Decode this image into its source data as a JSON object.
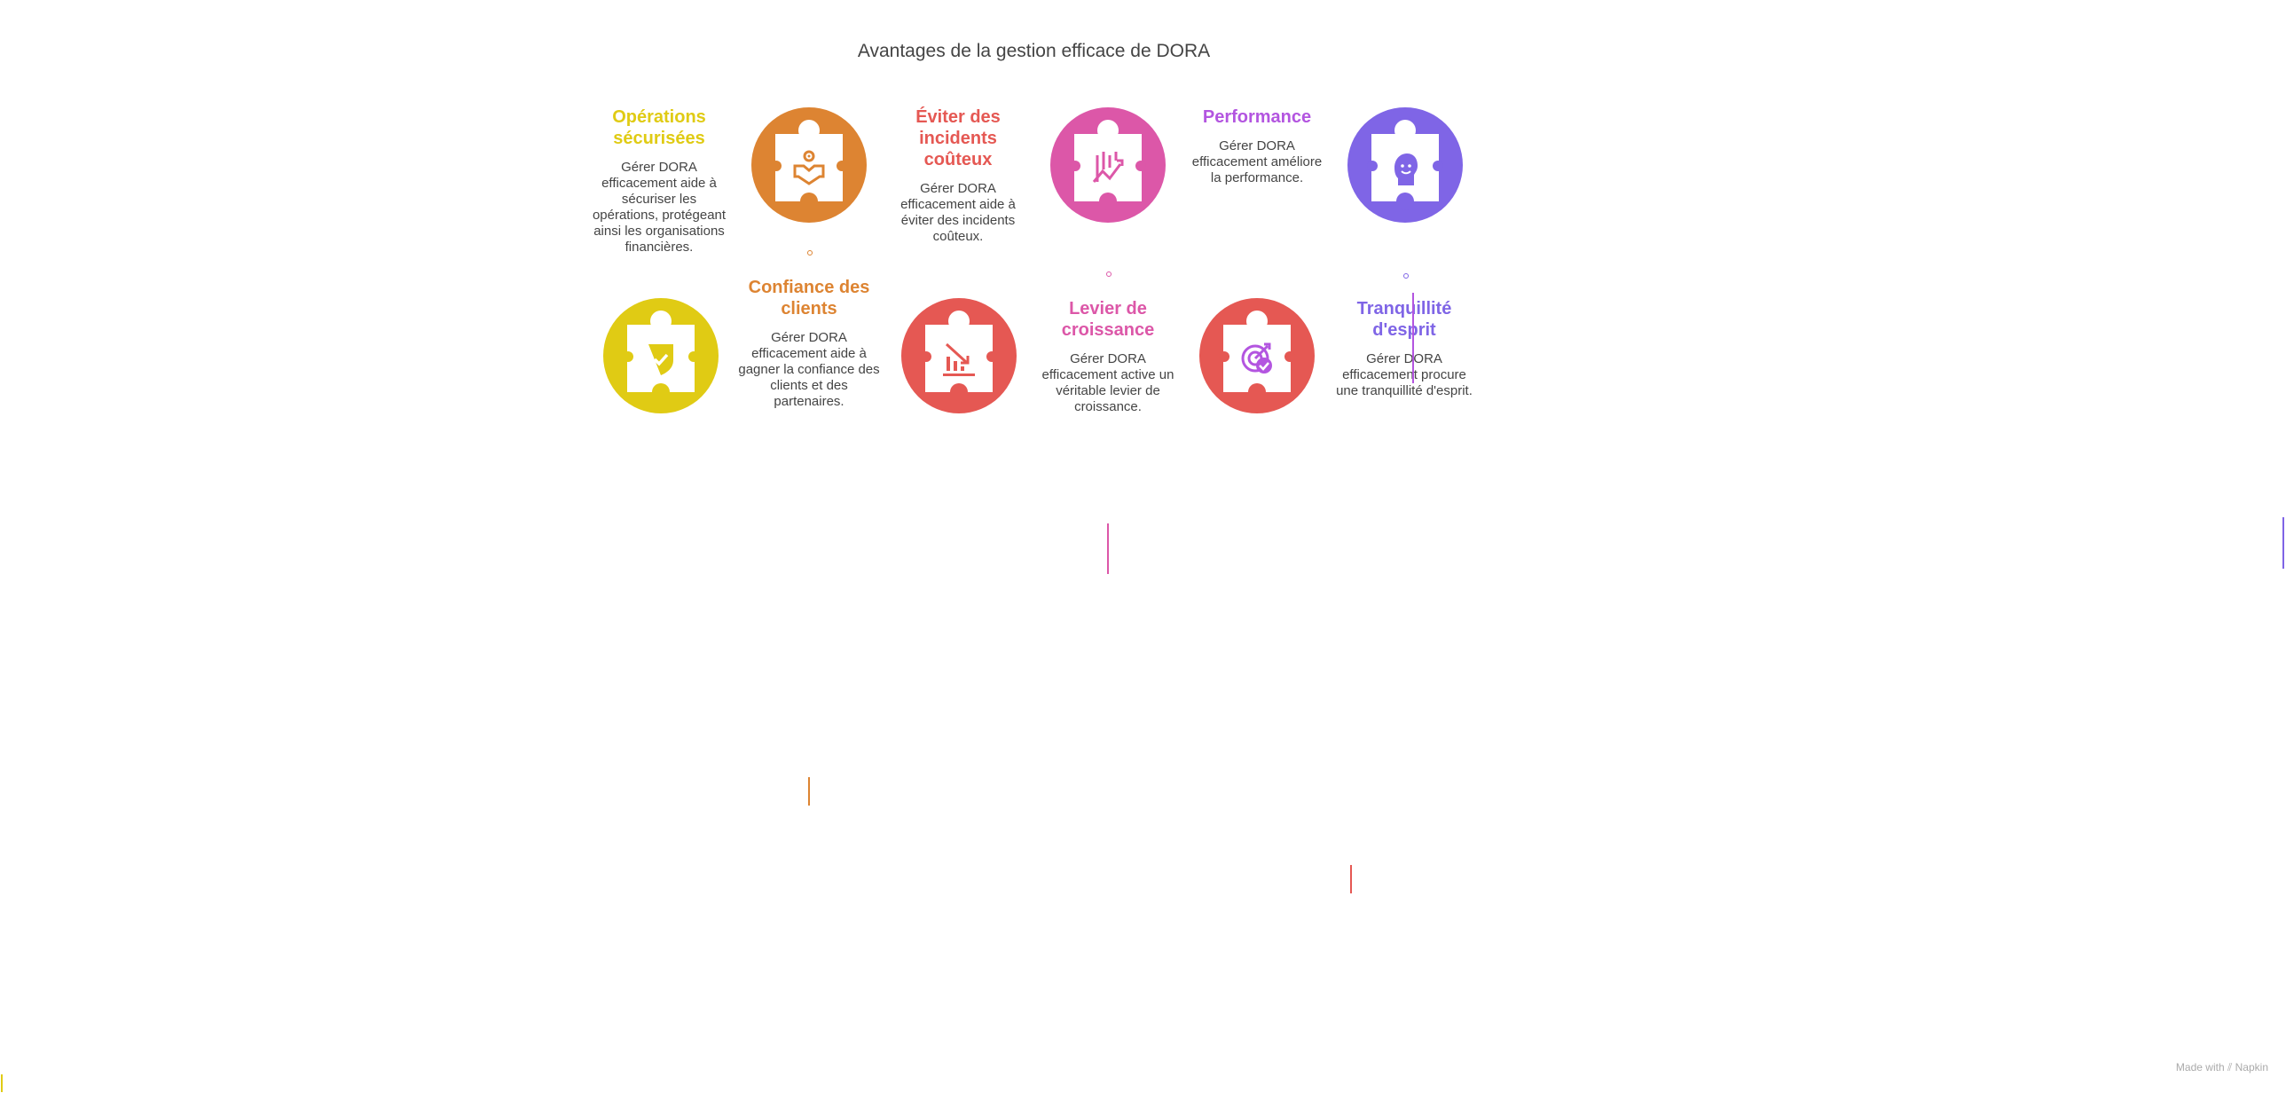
{
  "title": "Avantages de la gestion efficace de DORA",
  "items": [
    {
      "heading": "Opérations sécurisées",
      "body": "Gérer DORA efficacement aide à sécuriser les opérations, protégeant ainsi les organisations financières.",
      "color": "#e0cb14",
      "circle_color": "#dd8432",
      "icon": "handshake-eye-icon"
    },
    {
      "heading": "Confiance des clients",
      "body": "Gérer DORA efficacement aide à gagner la confiance des clients et des partenaires.",
      "color": "#dd8432",
      "circle_color": "#e0cb14",
      "icon": "shield-check-icon"
    },
    {
      "heading": "Éviter des incidents coûteux",
      "body": "Gérer DORA efficacement aide à éviter des incidents coûteux.",
      "color": "#e55853",
      "circle_color": "#dc57a8",
      "icon": "chart-growth-icon"
    },
    {
      "heading": "Levier de croissance",
      "body": "Gérer DORA efficacement active un véritable levier de croissance.",
      "color": "#dc57a8",
      "circle_color": "#e55853",
      "icon": "chart-decline-icon"
    },
    {
      "heading": "Performance",
      "body": "Gérer DORA efficacement améliore la performance.",
      "color": "#b355e0",
      "circle_color": "#7f65e6",
      "icon": "smiling-head-icon"
    },
    {
      "heading": "Tranquillité d'esprit",
      "body": "Gérer DORA efficacement procure une tranquillité d'esprit.",
      "color": "#7f65e6",
      "circle_color": "#e55853",
      "icon": "target-check-icon"
    }
  ],
  "credit": "Made with ⫽ Napkin"
}
